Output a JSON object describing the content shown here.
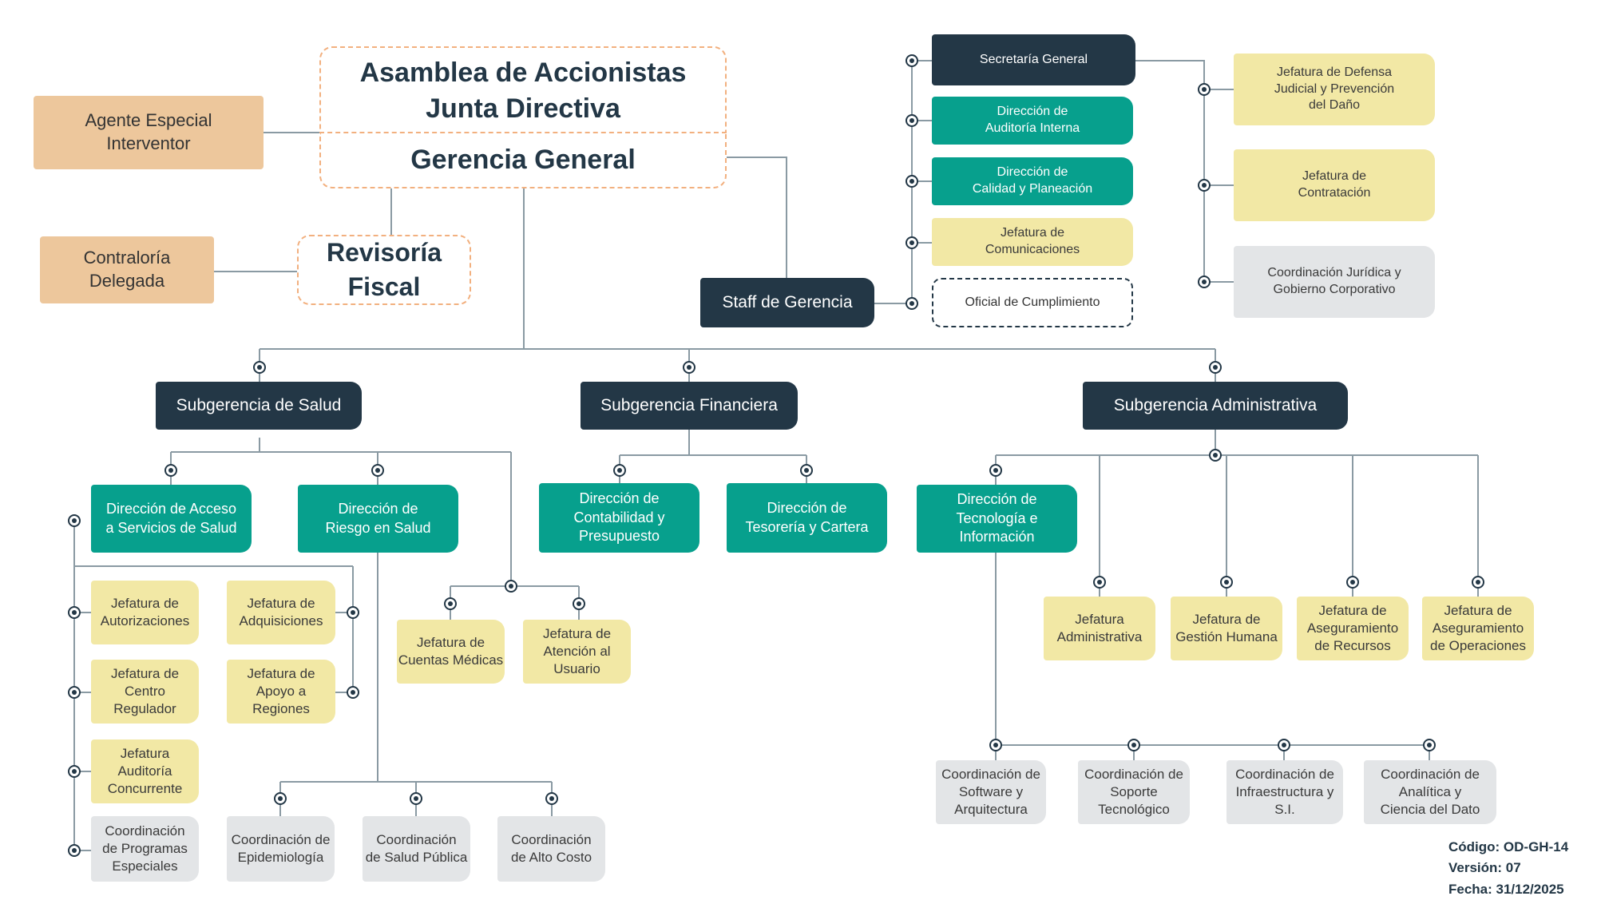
{
  "top": {
    "asamblea": "Asamblea de Accionistas",
    "junta": "Junta Directiva",
    "gerencia": "Gerencia General",
    "agente": "Agente Especial\nInterventor",
    "contraloria": "Contraloría\nDelegada",
    "revisoria": "Revisoría\nFiscal",
    "staff": "Staff de Gerencia"
  },
  "staff_list": {
    "secretaria": "Secretaría General",
    "auditoria": "Dirección de\nAuditoría Interna",
    "calidad": "Dirección de\nCalidad y Planeación",
    "comunicaciones": "Jefatura de\nComunicaciones",
    "oficial": "Oficial de Cumplimiento"
  },
  "secretaria_children": {
    "defensa": "Jefatura de Defensa\nJudicial y Prevención\ndel Daño",
    "contratacion": "Jefatura de\nContratación",
    "juridica": "Coordinación Jurídica y\nGobierno Corporativo"
  },
  "subgerencias": {
    "salud": "Subgerencia de Salud",
    "financiera": "Subgerencia Financiera",
    "administrativa": "Subgerencia Administrativa"
  },
  "salud": {
    "acceso": "Dirección de Acceso\na Servicios de Salud",
    "riesgo": "Dirección de\nRiesgo en Salud",
    "autorizaciones": "Jefatura de\nAutorizaciones",
    "centro": "Jefatura de\nCentro\nRegulador",
    "auditoria_conc": "Jefatura\nAuditoría\nConcurrente",
    "programas": "Coordinación\nde Programas\nEspeciales",
    "adquisiciones": "Jefatura de\nAdquisiciones",
    "apoyo": "Jefatura de\nApoyo a\nRegiones",
    "cuentas": "Jefatura de\nCuentas Médicas",
    "atencion": "Jefatura de\nAtención al\nUsuario",
    "epidemiologia": "Coordinación de\nEpidemiología",
    "salud_publica": "Coordinación\nde Salud Pública",
    "alto_costo": "Coordinación\nde Alto Costo"
  },
  "financiera": {
    "contabilidad": "Dirección de\nContabilidad y\nPresupuesto",
    "tesoreria": "Dirección de\nTesorería y Cartera"
  },
  "administrativa": {
    "tecnologia": "Dirección de\nTecnología e\nInformación",
    "jef_admin": "Jefatura\nAdministrativa",
    "gestion_humana": "Jefatura de\nGestión Humana",
    "aseg_recursos": "Jefatura de\nAseguramiento\nde Recursos",
    "aseg_operaciones": "Jefatura de\nAseguramiento\nde Operaciones",
    "software": "Coordinación de\nSoftware y\nArquitectura",
    "soporte": "Coordinación de\nSoporte\nTecnológico",
    "infraestructura": "Coordinación de\nInfraestructura y\nS.I.",
    "analitica": "Coordinación de\nAnalítica y\nCiencia del Dato"
  },
  "footer": {
    "codigo": "Código: OD-GH-14",
    "version": "Versión: 07",
    "fecha": "Fecha: 31/12/2025"
  },
  "colors": {
    "navy": "#233746",
    "teal": "#07a08d",
    "yellow": "#f2e8a5",
    "gray": "#e3e5e7",
    "orange": "#edc79c",
    "line": "#8a9aa3"
  }
}
